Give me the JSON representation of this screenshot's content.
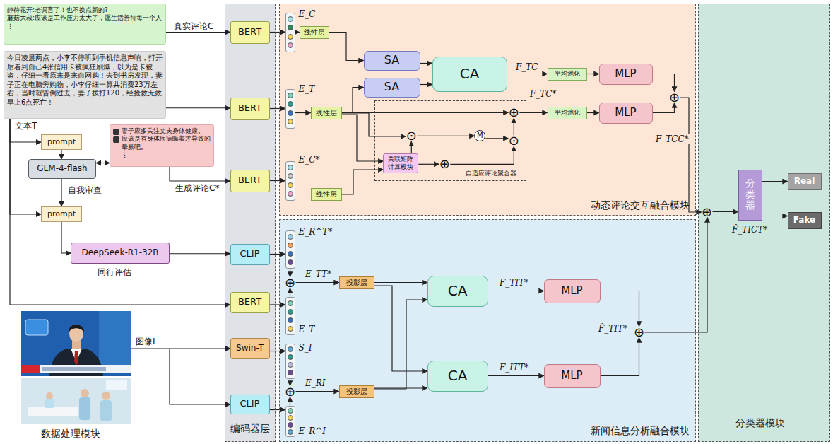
{
  "diagram": {
    "nodes": [
      {
        "text": [
          "静待花开:老调言了！也不换点新的?",
          "蘑菇大叔:应该是工作压力太大了，愿生活善待每一个人",
          "⋮"
        ]
      },
      {
        "text": [
          "今日凌晨两点，小李不停听到手机信息声响，打开后看到自己4张信用卡被疯狂刷爆，以为是卡被盗，仔细一看原来是来自网购！去到书房发现，妻子正在电脑旁购物，小李仔细一算共消费23万左右，当时就昏倒过去，妻子拨打120，经抢救无效早上6点死亡！"
        ]
      },
      {
        "text": [
          "prompt"
        ]
      },
      {
        "text": [
          "GLM-4-flash"
        ]
      },
      {
        "text": [
          "妻子应多关注丈夫身体健康。",
          "应该是有身体疾病瞒着才导致的晕厥吧。",
          "⋮"
        ]
      },
      {
        "text": [
          "prompt"
        ]
      },
      {
        "text": [
          "DeepSeek-R1-32B"
        ]
      },
      {
        "text": [
          "编码器层"
        ]
      },
      {
        "text": [
          "BERT"
        ],
        "in": 7
      },
      {
        "text": [
          "BERT"
        ],
        "in": 7
      },
      {
        "text": [
          "BERT"
        ],
        "in": 7
      },
      {
        "text": [
          "CLIP"
        ],
        "in": 7
      },
      {
        "text": [
          "BERT"
        ],
        "in": 7
      },
      {
        "text": [
          "Swin-T"
        ],
        "in": 7
      },
      {
        "text": [
          "CLIP"
        ],
        "in": 7
      },
      {
        "text": [
          "动态评论交互融合模块"
        ]
      },
      {
        "text": [
          "E_C"
        ],
        "in": 15
      },
      {
        "text": [
          "线性层"
        ],
        "in": 15
      },
      {
        "text": [
          "E_T"
        ],
        "in": 15
      },
      {
        "text": [
          "线性层"
        ],
        "in": 15
      },
      {
        "text": [
          "E_C*"
        ],
        "in": 15
      },
      {
        "text": [
          "线性层"
        ],
        "in": 15
      },
      {
        "text": [
          "SA"
        ],
        "in": 15
      },
      {
        "text": [
          "SA"
        ],
        "in": 15
      },
      {
        "text": [
          "CA"
        ],
        "in": 15
      },
      {
        "text": [
          "平均池化"
        ],
        "in": 15
      },
      {
        "text": [
          "MLP"
        ],
        "in": 15
      },
      {
        "text": [
          "自适应评论聚合器"
        ],
        "in": 15
      },
      {
        "text": [
          "关联矩阵计算模块"
        ],
        "in": 27
      },
      {
        "text": [
          "⊕"
        ],
        "in": 27
      },
      {
        "text": [
          "⊙"
        ],
        "in": 27
      },
      {
        "text": [
          "M"
        ],
        "in": 27
      },
      {
        "text": [
          "⊕"
        ],
        "in": 27
      },
      {
        "text": [
          "⊙"
        ],
        "in": 27
      },
      {
        "text": [
          "平均池化"
        ],
        "in": 15
      },
      {
        "text": [
          "MLP"
        ],
        "in": 15
      },
      {
        "text": [
          "⊕"
        ],
        "in": 15
      },
      {
        "text": [
          "新闻信息分析融合模块"
        ]
      },
      {
        "text": [
          "E_R^T*"
        ],
        "in": 37
      },
      {
        "text": [
          "⊕"
        ],
        "in": 37
      },
      {
        "text": [
          "E_T"
        ],
        "in": 37
      },
      {
        "text": [
          "投影层"
        ],
        "in": 37
      },
      {
        "text": [
          "S_I"
        ],
        "in": 37
      },
      {
        "text": [
          "⊕"
        ],
        "in": 37
      },
      {
        "text": [
          "E_R^I"
        ],
        "in": 37
      },
      {
        "text": [
          "投影层"
        ],
        "in": 37
      },
      {
        "text": [
          "CA"
        ],
        "in": 37
      },
      {
        "text": [
          "CA"
        ],
        "in": 37
      },
      {
        "text": [
          "MLP"
        ],
        "in": 37
      },
      {
        "text": [
          "MLP"
        ],
        "in": 37
      },
      {
        "text": [
          "⊕"
        ],
        "in": 37
      },
      {
        "text": [
          "分类器模块"
        ]
      },
      {
        "text": [
          "⊕"
        ],
        "in": 51
      },
      {
        "text": [
          "分类器"
        ],
        "in": 51
      },
      {
        "text": [
          "Real"
        ],
        "in": 51
      },
      {
        "text": [
          "Fake"
        ],
        "in": 51
      }
    ],
    "edges": [
      {
        "from": 0,
        "to": 8,
        "arrow": "to",
        "label": "真实评论C"
      },
      {
        "from": 1,
        "to": 9,
        "arrow": "to"
      },
      {
        "from": 1,
        "to": 2,
        "arrow": "to",
        "label": "文本T"
      },
      {
        "from": 2,
        "to": 3,
        "arrow": "to"
      },
      {
        "from": 3,
        "to": 4,
        "arrow": "both"
      },
      {
        "from": 3,
        "to": 5,
        "arrow": "to",
        "label": "自我审查"
      },
      {
        "from": 1,
        "to": 5,
        "arrow": "to"
      },
      {
        "from": 4,
        "to": 10,
        "arrow": "to",
        "label": "生成评论C*"
      },
      {
        "from": 5,
        "to": 6,
        "arrow": "to"
      },
      {
        "from": 6,
        "to": 11,
        "arrow": "to"
      },
      {
        "from": 1,
        "to": 12,
        "arrow": "to"
      },
      {
        "from": 8,
        "to": 16,
        "arrow": "to"
      },
      {
        "from": 9,
        "to": 18,
        "arrow": "to"
      },
      {
        "from": 10,
        "to": 20,
        "arrow": "to"
      },
      {
        "from": 11,
        "to": 38,
        "arrow": "to"
      },
      {
        "from": 12,
        "to": 40,
        "arrow": "to"
      },
      {
        "from": 13,
        "to": 42,
        "arrow": "to"
      },
      {
        "from": 14,
        "to": 44,
        "arrow": "to"
      },
      {
        "from": 16,
        "to": 17,
        "arrow": "to"
      },
      {
        "from": 17,
        "to": 22,
        "arrow": "to"
      },
      {
        "from": 18,
        "to": 19,
        "arrow": "to"
      },
      {
        "from": 19,
        "to": 23,
        "arrow": "to"
      },
      {
        "from": 22,
        "to": 24,
        "arrow": "to"
      },
      {
        "from": 23,
        "to": 24,
        "arrow": "to"
      },
      {
        "from": 24,
        "to": 25,
        "arrow": "to",
        "label": "F_TC"
      },
      {
        "from": 25,
        "to": 26,
        "arrow": "to"
      },
      {
        "from": 26,
        "to": 36,
        "arrow": "to"
      },
      {
        "from": 19,
        "to": 28,
        "arrow": "to"
      },
      {
        "from": 19,
        "to": 30,
        "arrow": "to"
      },
      {
        "from": 19,
        "to": 32,
        "arrow": "to"
      },
      {
        "from": 21,
        "to": 28,
        "arrow": "to"
      },
      {
        "from": 28,
        "to": 29,
        "arrow": "to"
      },
      {
        "from": 28,
        "to": 30,
        "arrow": "to"
      },
      {
        "from": 30,
        "to": 31,
        "arrow": "to"
      },
      {
        "from": 31,
        "to": 33,
        "arrow": "to"
      },
      {
        "from": 29,
        "to": 33,
        "arrow": "to"
      },
      {
        "from": 33,
        "to": 32,
        "arrow": "to"
      },
      {
        "from": 32,
        "to": 34,
        "arrow": "to",
        "label": "F_TC*"
      },
      {
        "from": 34,
        "to": 35,
        "arrow": "to"
      },
      {
        "from": 35,
        "to": 36,
        "arrow": "to"
      },
      {
        "from": 36,
        "to": 52,
        "arrow": "to",
        "label": "F_TCC*"
      },
      {
        "from": 38,
        "to": 39,
        "arrow": "to"
      },
      {
        "from": 40,
        "to": 39,
        "arrow": "to"
      },
      {
        "from": 39,
        "to": 41,
        "arrow": "to",
        "label": "E_TT*"
      },
      {
        "from": 42,
        "to": 43,
        "arrow": "to"
      },
      {
        "from": 44,
        "to": 43,
        "arrow": "to"
      },
      {
        "from": 43,
        "to": 45,
        "arrow": "to",
        "label": "E_RI"
      },
      {
        "from": 41,
        "to": 46,
        "arrow": "to"
      },
      {
        "from": 41,
        "to": 47,
        "arrow": "to"
      },
      {
        "from": 45,
        "to": 46,
        "arrow": "to"
      },
      {
        "from": 45,
        "to": 47,
        "arrow": "to"
      },
      {
        "from": 46,
        "to": 48,
        "arrow": "to",
        "label": "F_TIT*"
      },
      {
        "from": 47,
        "to": 49,
        "arrow": "to",
        "label": "F_ITT*"
      },
      {
        "from": 48,
        "to": 50,
        "arrow": "to"
      },
      {
        "from": 49,
        "to": 50,
        "arrow": "to"
      },
      {
        "from": 50,
        "to": 52,
        "arrow": "to",
        "label": "F̂_TIT*"
      },
      {
        "from": 52,
        "to": 53,
        "arrow": "to"
      },
      {
        "from": 53,
        "to": 54,
        "arrow": "to"
      },
      {
        "from": 53,
        "to": 55,
        "arrow": "to"
      }
    ],
    "labels": [
      "同行评估",
      "图像I",
      "数据处理模块",
      "F̂_TICT*"
    ]
  }
}
